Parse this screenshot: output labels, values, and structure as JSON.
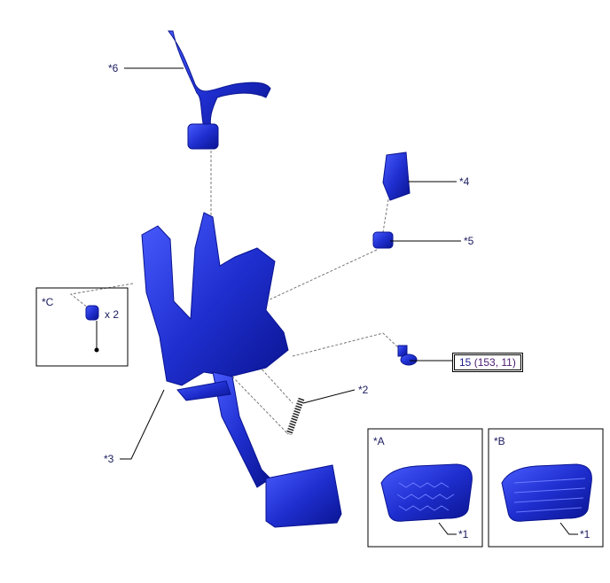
{
  "labels": {
    "p6": "*6",
    "p4": "*4",
    "p5": "*5",
    "p2": "*2",
    "p3": "*3",
    "pC": "*C",
    "qty": "x 2",
    "pA": "*A",
    "pB": "*B",
    "p1a": "*1",
    "p1b": "*1"
  },
  "torque": {
    "value": "15",
    "detail": "(153, 11)"
  },
  "colors": {
    "part": "#1f2fd0",
    "part_dark": "#0a1490",
    "line": "#000000",
    "text": "#1a1a5e"
  }
}
